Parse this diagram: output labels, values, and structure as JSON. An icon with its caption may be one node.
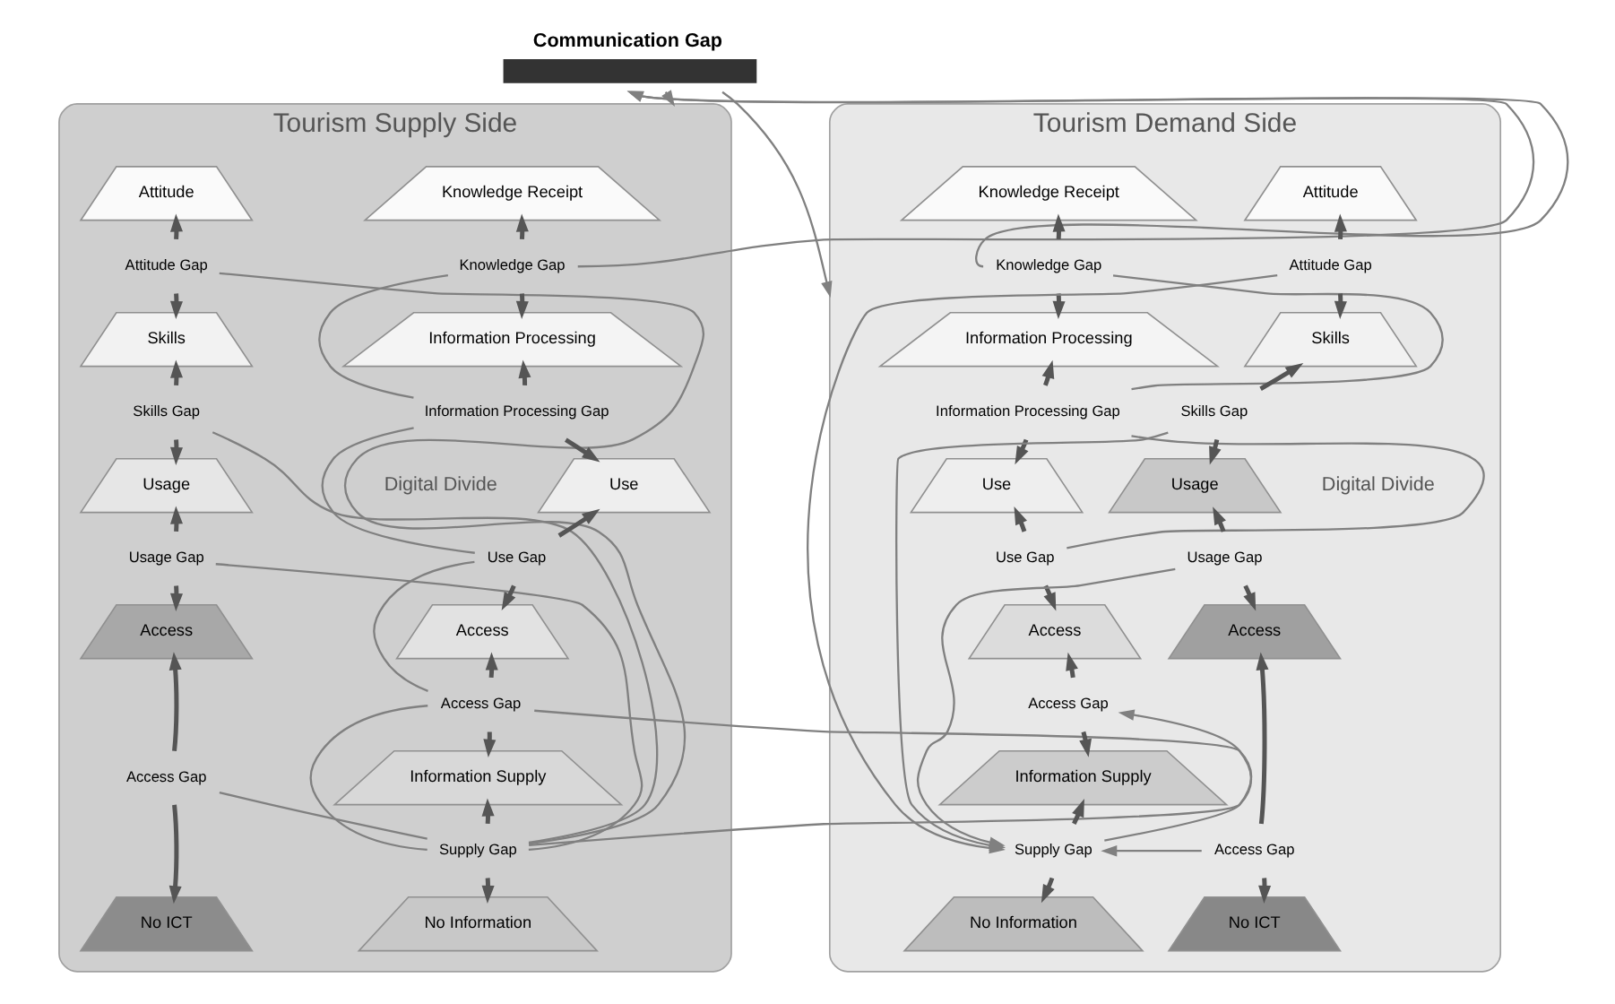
{
  "diagram": {
    "nodes": [
      {
        "text": [
          "Communication Gap"
        ]
      },
      {
        "text": [
          "Tourism Supply Side"
        ]
      },
      {
        "text": [
          "Attitude"
        ],
        "in": 1
      },
      {
        "text": [
          "Attitude Gap"
        ],
        "in": 1
      },
      {
        "text": [
          "Skills"
        ],
        "in": 1
      },
      {
        "text": [
          "Skills Gap"
        ],
        "in": 1
      },
      {
        "text": [
          "Usage"
        ],
        "in": 1
      },
      {
        "text": [
          "Usage Gap"
        ],
        "in": 1
      },
      {
        "text": [
          "Access"
        ],
        "in": 1
      },
      {
        "text": [
          "Access Gap"
        ],
        "in": 1
      },
      {
        "text": [
          "No ICT"
        ],
        "in": 1
      },
      {
        "text": [
          "Knowledge Receipt"
        ],
        "in": 1
      },
      {
        "text": [
          "Knowledge Gap"
        ],
        "in": 1
      },
      {
        "text": [
          "Information Processing"
        ],
        "in": 1
      },
      {
        "text": [
          "Information Processing Gap"
        ],
        "in": 1
      },
      {
        "text": [
          "Use"
        ],
        "in": 1
      },
      {
        "text": [
          "Use Gap"
        ],
        "in": 1
      },
      {
        "text": [
          "Access"
        ],
        "in": 1
      },
      {
        "text": [
          "Access Gap"
        ],
        "in": 1
      },
      {
        "text": [
          "Information Supply"
        ],
        "in": 1
      },
      {
        "text": [
          "Supply Gap"
        ],
        "in": 1
      },
      {
        "text": [
          "No Information"
        ],
        "in": 1
      },
      {
        "text": [
          "Tourism Demand Side"
        ]
      },
      {
        "text": [
          "Knowledge Receipt"
        ],
        "in": 22
      },
      {
        "text": [
          "Knowledge Gap"
        ],
        "in": 22
      },
      {
        "text": [
          "Information Processing"
        ],
        "in": 22
      },
      {
        "text": [
          "Information Processing Gap"
        ],
        "in": 22
      },
      {
        "text": [
          "Use"
        ],
        "in": 22
      },
      {
        "text": [
          "Use Gap"
        ],
        "in": 22
      },
      {
        "text": [
          "Access"
        ],
        "in": 22
      },
      {
        "text": [
          "Access Gap"
        ],
        "in": 22
      },
      {
        "text": [
          "Information Supply"
        ],
        "in": 22
      },
      {
        "text": [
          "Supply Gap"
        ],
        "in": 22
      },
      {
        "text": [
          "No Information"
        ],
        "in": 22
      },
      {
        "text": [
          "Attitude"
        ],
        "in": 22
      },
      {
        "text": [
          "Attitude Gap"
        ],
        "in": 22
      },
      {
        "text": [
          "Skills"
        ],
        "in": 22
      },
      {
        "text": [
          "Skills Gap"
        ],
        "in": 22
      },
      {
        "text": [
          "Usage"
        ],
        "in": 22
      },
      {
        "text": [
          "Usage Gap"
        ],
        "in": 22
      },
      {
        "text": [
          "Access"
        ],
        "in": 22
      },
      {
        "text": [
          "Access Gap"
        ],
        "in": 22
      },
      {
        "text": [
          "No ICT"
        ],
        "in": 22
      }
    ],
    "edges": [
      {
        "from": 3,
        "to": 2,
        "arrow": "to"
      },
      {
        "from": 3,
        "to": 4,
        "arrow": "to"
      },
      {
        "from": 5,
        "to": 4,
        "arrow": "to"
      },
      {
        "from": 5,
        "to": 6,
        "arrow": "to"
      },
      {
        "from": 7,
        "to": 6,
        "arrow": "to"
      },
      {
        "from": 7,
        "to": 8,
        "arrow": "to"
      },
      {
        "from": 9,
        "to": 8,
        "arrow": "to"
      },
      {
        "from": 9,
        "to": 10,
        "arrow": "to"
      },
      {
        "from": 12,
        "to": 11,
        "arrow": "to"
      },
      {
        "from": 12,
        "to": 13,
        "arrow": "to"
      },
      {
        "from": 14,
        "to": 13,
        "arrow": "to"
      },
      {
        "from": 14,
        "to": 15,
        "arrow": "to"
      },
      {
        "from": 16,
        "to": 15,
        "arrow": "to"
      },
      {
        "from": 16,
        "to": 17,
        "arrow": "to"
      },
      {
        "from": 18,
        "to": 17,
        "arrow": "to"
      },
      {
        "from": 18,
        "to": 19,
        "arrow": "to"
      },
      {
        "from": 20,
        "to": 19,
        "arrow": "to"
      },
      {
        "from": 20,
        "to": 21,
        "arrow": "to"
      },
      {
        "from": 24,
        "to": 23,
        "arrow": "to"
      },
      {
        "from": 24,
        "to": 25,
        "arrow": "to"
      },
      {
        "from": 26,
        "to": 25,
        "arrow": "to"
      },
      {
        "from": 26,
        "to": 27,
        "arrow": "to"
      },
      {
        "from": 28,
        "to": 27,
        "arrow": "to"
      },
      {
        "from": 28,
        "to": 29,
        "arrow": "to"
      },
      {
        "from": 30,
        "to": 29,
        "arrow": "to"
      },
      {
        "from": 30,
        "to": 31,
        "arrow": "to"
      },
      {
        "from": 32,
        "to": 31,
        "arrow": "to"
      },
      {
        "from": 32,
        "to": 33,
        "arrow": "to"
      },
      {
        "from": 35,
        "to": 34,
        "arrow": "to"
      },
      {
        "from": 35,
        "to": 36,
        "arrow": "to"
      },
      {
        "from": 37,
        "to": 36,
        "arrow": "to"
      },
      {
        "from": 37,
        "to": 38,
        "arrow": "to"
      },
      {
        "from": 39,
        "to": 38,
        "arrow": "to"
      },
      {
        "from": 39,
        "to": 40,
        "arrow": "to"
      },
      {
        "from": 41,
        "to": 40,
        "arrow": "to"
      },
      {
        "from": 41,
        "to": 42,
        "arrow": "to"
      },
      {
        "from": 3,
        "to": 20,
        "arrow": "none",
        "color": "#808080"
      },
      {
        "from": 5,
        "to": 20,
        "arrow": "none",
        "color": "#808080"
      },
      {
        "from": 7,
        "to": 20,
        "arrow": "none",
        "color": "#808080"
      },
      {
        "from": 9,
        "to": 20,
        "arrow": "none",
        "color": "#808080"
      },
      {
        "from": 12,
        "to": 14,
        "arrow": "none",
        "color": "#808080"
      },
      {
        "from": 14,
        "to": 16,
        "arrow": "none",
        "color": "#808080"
      },
      {
        "from": 16,
        "to": 18,
        "arrow": "none",
        "color": "#808080"
      },
      {
        "from": 18,
        "to": 20,
        "arrow": "none",
        "color": "#808080"
      },
      {
        "from": 12,
        "to": 0,
        "arrow": "to",
        "color": "#808080"
      },
      {
        "from": 0,
        "to": 1,
        "arrow": "to",
        "color": "#808080"
      },
      {
        "from": 0,
        "to": 22,
        "arrow": "to",
        "color": "#808080"
      },
      {
        "from": 24,
        "to": 0,
        "arrow": "to",
        "color": "#808080"
      },
      {
        "from": 24,
        "to": 26,
        "arrow": "none",
        "color": "#808080"
      },
      {
        "from": 26,
        "to": 28,
        "arrow": "none",
        "color": "#808080"
      },
      {
        "from": 18,
        "to": 32,
        "arrow": "none",
        "color": "#808080"
      },
      {
        "from": 20,
        "to": 30,
        "arrow": "to",
        "color": "#808080"
      },
      {
        "from": 35,
        "to": 32,
        "arrow": "to",
        "color": "#808080"
      },
      {
        "from": 37,
        "to": 32,
        "arrow": "to",
        "color": "#808080"
      },
      {
        "from": 39,
        "to": 32,
        "arrow": "to",
        "color": "#808080"
      },
      {
        "from": 41,
        "to": 32,
        "arrow": "to",
        "color": "#808080"
      }
    ],
    "labels": [
      "Digital Divide",
      "Digital Divide"
    ]
  }
}
